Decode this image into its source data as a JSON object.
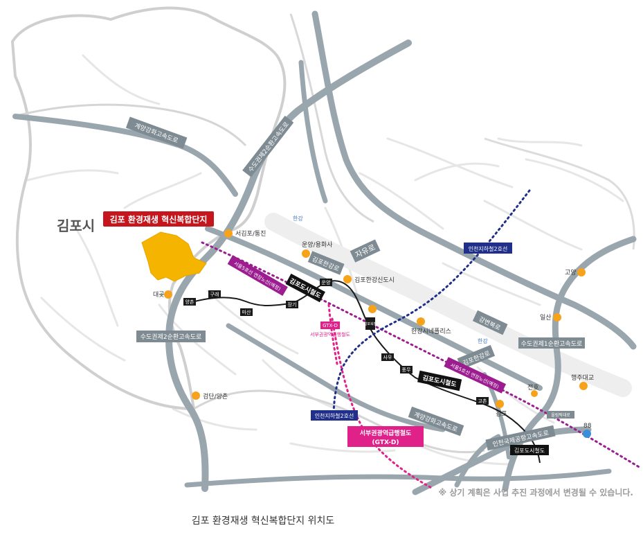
{
  "colors": {
    "highway": "#9aa6ad",
    "boundary": "#cfcfcf",
    "road_minor": "#e3e3e3",
    "site": "#f5b400",
    "red_label": "#c4161c",
    "purple": "#9b1d8f",
    "magenta": "#e0218a",
    "navy": "#1f2f8a",
    "black_label": "#111111",
    "ic_icon": "#f7a21b"
  },
  "map": {
    "city_name": "김포시",
    "site_label": "김포 환경재생 혁신복합단지",
    "river_label_top": "한강",
    "river_label_mid": "한강",
    "road_labels": {
      "gyeyang_gangwha_north": "계양강화고속도로",
      "sudo_2_north": "수도권제2순환고속도로",
      "sudo_2_west": "수도권제2순환고속도로",
      "sudo_1": "수도권제1순환고속도로",
      "gyeyang_gangwha_south": "계양강화고속도로",
      "incheon_airport": "인천국제공항고속도로",
      "jayuro": "자유로",
      "gimpo_hangang_1": "김포한강로",
      "gimpo_hangang_2": "김포한강로",
      "gangbyeonbukro": "강변북로"
    },
    "ic_labels": {
      "seogimpo": "서김포/통진",
      "unyang": "운양/용화사",
      "gimpo_hangang_city": "김포한강신도시",
      "hangang_city_hall": "한강시네폴리스",
      "daegot": "대곶",
      "geomdan": "검단/양촌",
      "goyang": "고양",
      "ilsan": "일산",
      "haengju": "행주대교",
      "gimpo_ic": "김포",
      "jeonho": "전호",
      "interchange_small": "올림픽대로",
      "route_88": "88"
    },
    "station_labels": {
      "yangchon": "양촌",
      "gurae": "구래",
      "masan": "마산",
      "janggi": "장기",
      "unyang_st": "운양",
      "gimpo_hangang_st": "걸포북변",
      "sau": "사우",
      "pungmu": "풍무",
      "gochon": "고촌"
    },
    "line_labels": {
      "gimpo_line_1": "김포도시철도",
      "gimpo_line_2": "김포도시철도",
      "gimpo_line_3": "김포도시철도",
      "seoul5_1": "서울5호선 연장노선(예정)",
      "seoul5_2": "서울5호선 연장노선(예정)",
      "incheon2_1": "인천지하철2호선",
      "incheon2_2": "인천지하철2호선",
      "gtxd_small_1": "GTX-D",
      "gtxd_small_2": "서부권광역급행철도",
      "gtxd_box_1": "서부권광역급행철도",
      "gtxd_box_2": "(GTX-D)"
    },
    "notice": "※ 상기 계획은 사업 추진 과정에서 변경될 수 있습니다."
  },
  "caption": "김포 환경재생 혁신복합단지 위치도"
}
